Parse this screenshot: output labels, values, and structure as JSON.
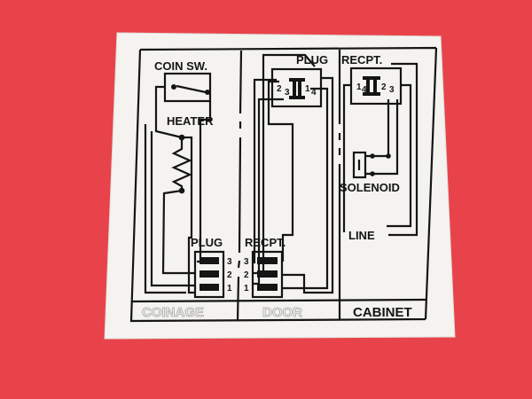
{
  "colors": {
    "background": "#e8434a",
    "card": "#f4f3f0",
    "ink": "#151515",
    "faded_label_ink": "#a8a8a8"
  },
  "sections": {
    "coinage": {
      "label": "COINAGE",
      "coin_switch_label": "COIN SW.",
      "heater_label": "HEATER",
      "plug_label": "PLUG",
      "pins": [
        "3",
        "2",
        "1"
      ]
    },
    "door": {
      "label": "DOOR",
      "plug_label": "PLUG",
      "plug_pins": [
        "2",
        "3",
        "1",
        "4"
      ],
      "recept_label": "RECPT.",
      "recept_pins": [
        "3",
        "2",
        "1"
      ]
    },
    "cabinet": {
      "label": "CABINET",
      "recept_label": "RECPT.",
      "recept_pins": [
        "1",
        "4",
        "2",
        "3"
      ],
      "solenoid_label": "SOLENOID",
      "line_label": "LINE"
    }
  },
  "icons": [
    "switch-icon",
    "resistor-icon",
    "solenoid-icon"
  ]
}
